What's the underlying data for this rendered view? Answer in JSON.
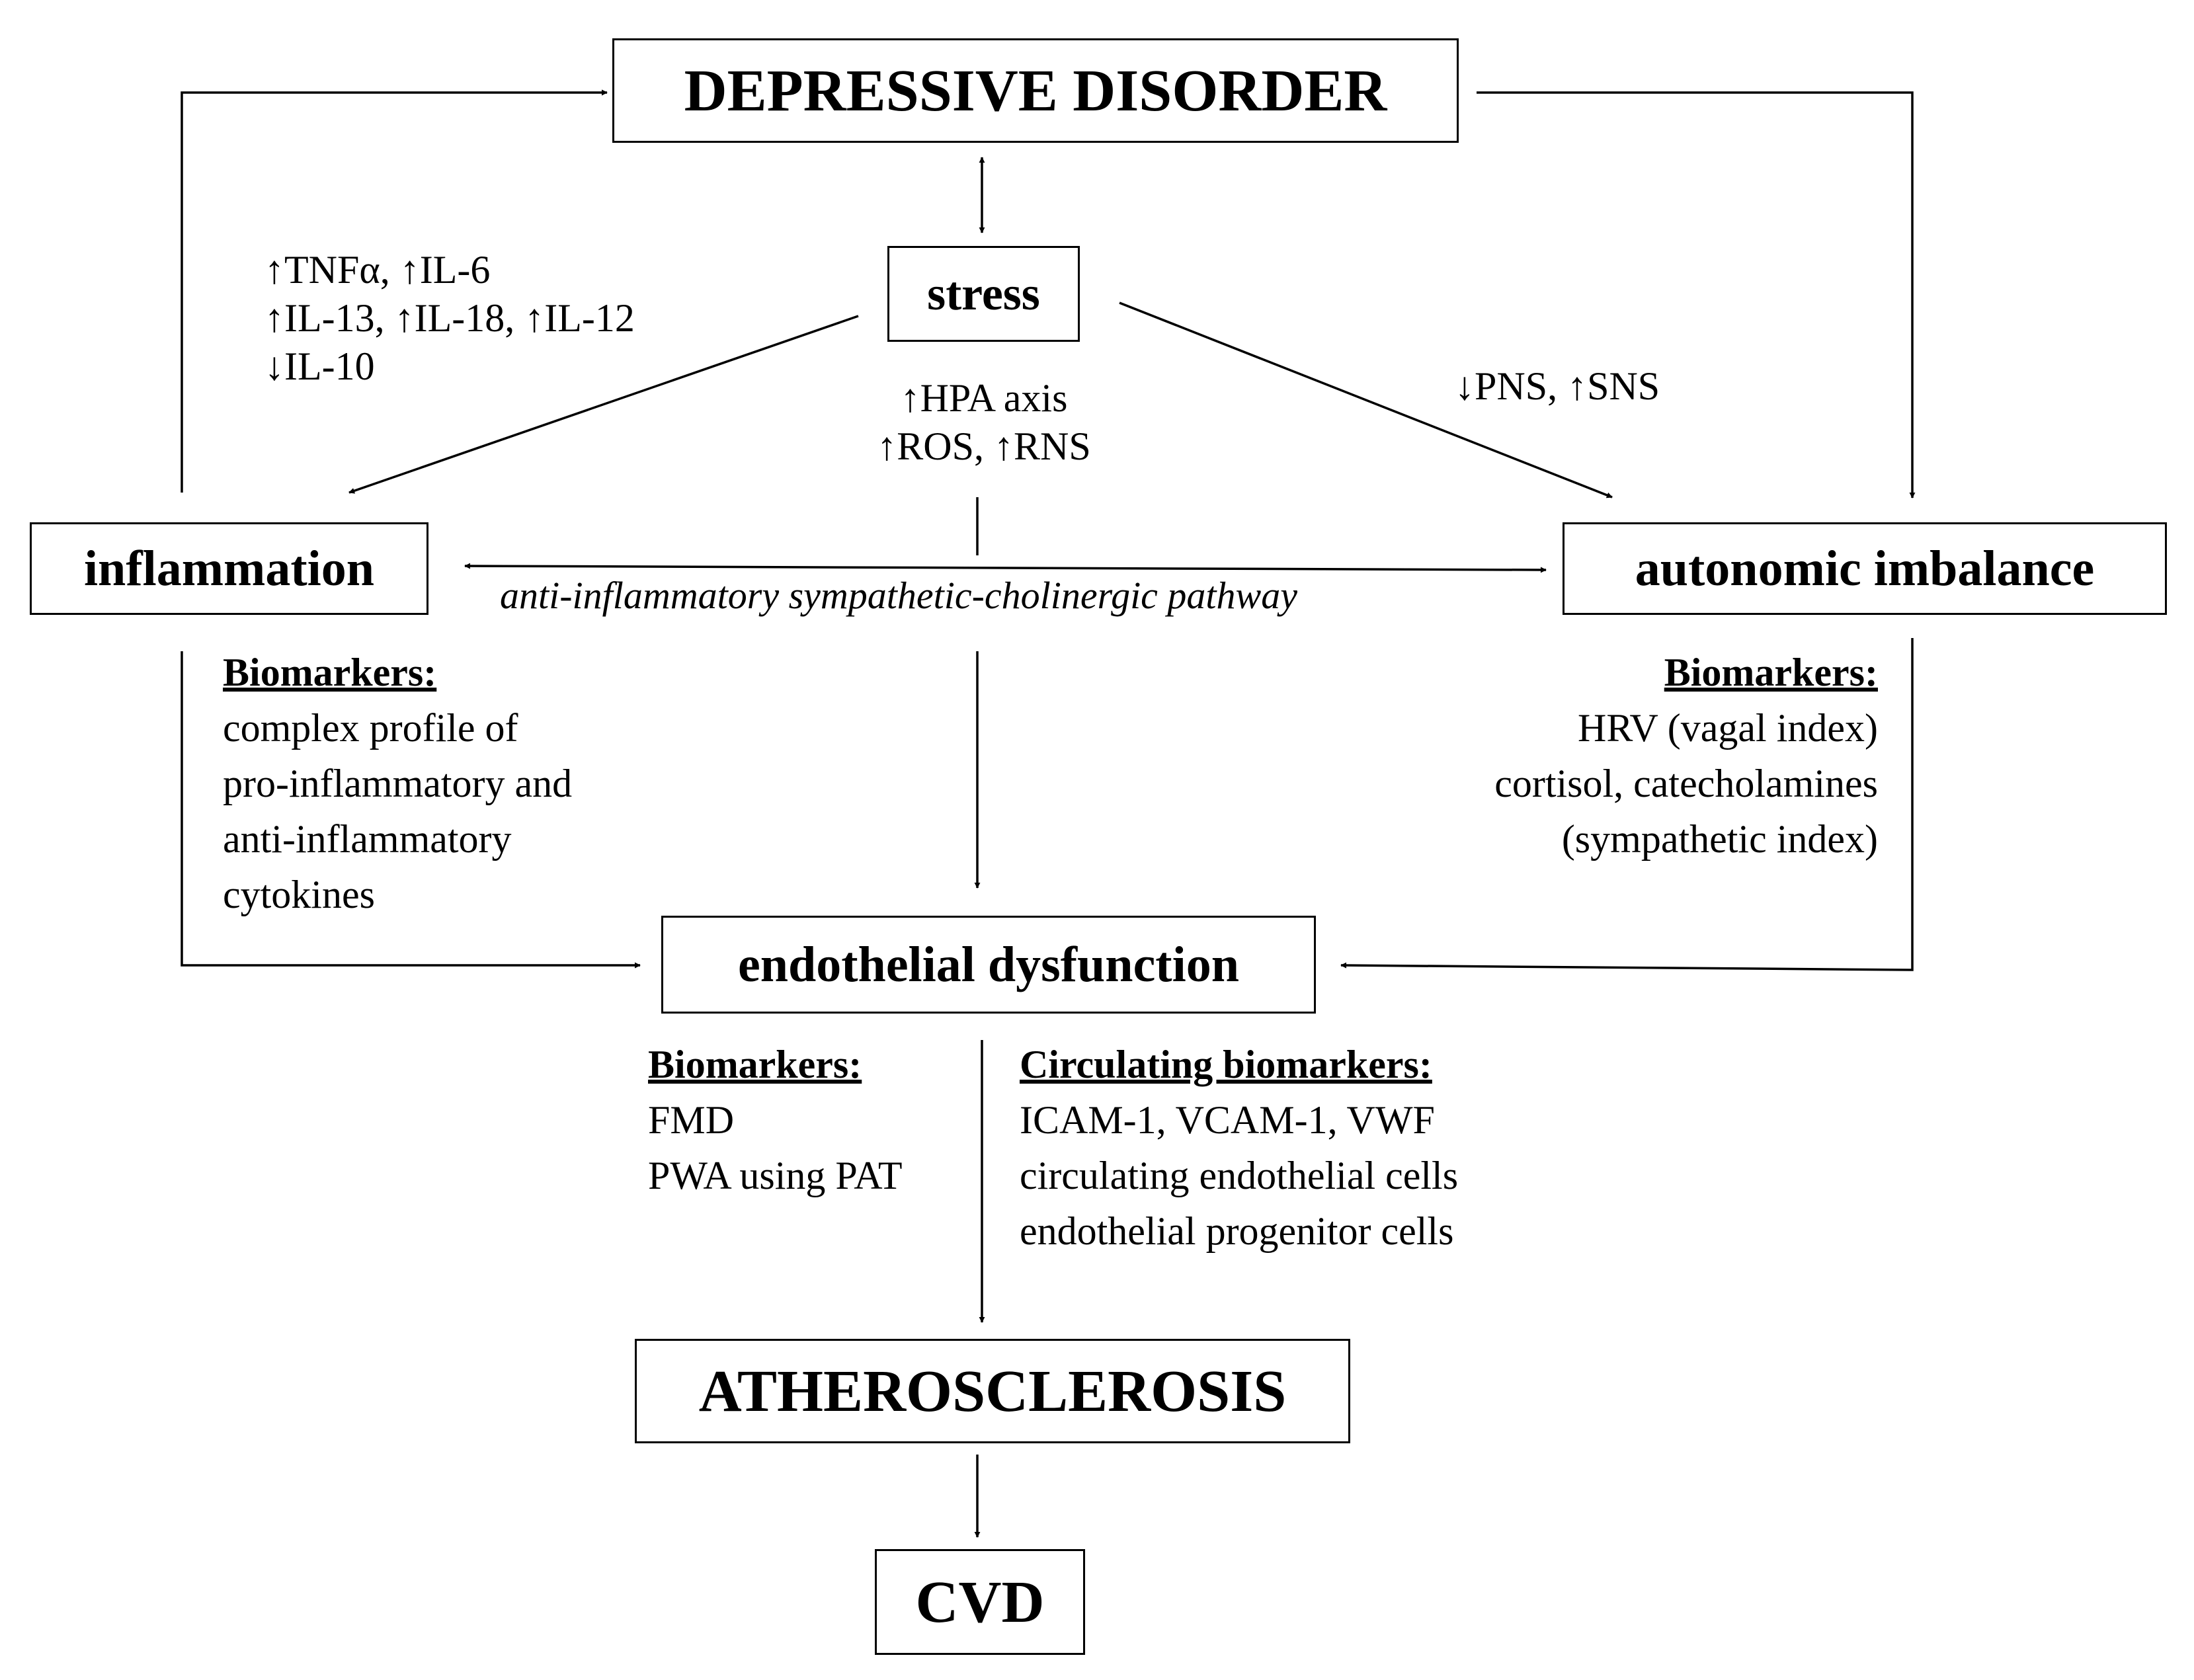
{
  "nodes": {
    "depressive_disorder": "DEPRESSIVE DISORDER",
    "stress": "stress",
    "inflammation": "inflammation",
    "autonomic_imbalance": "autonomic imbalance",
    "endothelial_dysfunction": "endothelial dysfunction",
    "atherosclerosis": "ATHEROSCLEROSIS",
    "cvd": "CVD"
  },
  "labels": {
    "cytokines": [
      "↑TNFα, ↑IL-6",
      "↑IL-13, ↑IL-18, ↑IL-12",
      "↓IL-10"
    ],
    "hpa": [
      "↑HPA axis",
      "↑ROS, ↑RNS"
    ],
    "pns_sns": "↓PNS, ↑SNS",
    "pathway": "anti-inflammatory sympathetic-cholinergic pathway"
  },
  "biomarkers": {
    "inflammation": {
      "heading": "Biomarkers:",
      "lines": [
        "complex profile of",
        "pro-inflammatory and",
        "anti-inflammatory",
        "cytokines"
      ]
    },
    "autonomic": {
      "heading": "Biomarkers:",
      "lines": [
        "HRV (vagal index)",
        "cortisol, catecholamines",
        "(sympathetic index)"
      ]
    },
    "endothelial": {
      "heading": "Biomarkers:",
      "lines": [
        "FMD",
        "PWA using PAT"
      ]
    },
    "circulating": {
      "heading": "Circulating biomarkers:",
      "lines": [
        "ICAM-1, VCAM-1, VWF",
        "circulating endothelial cells",
        "endothelial progenitor cells"
      ]
    }
  }
}
